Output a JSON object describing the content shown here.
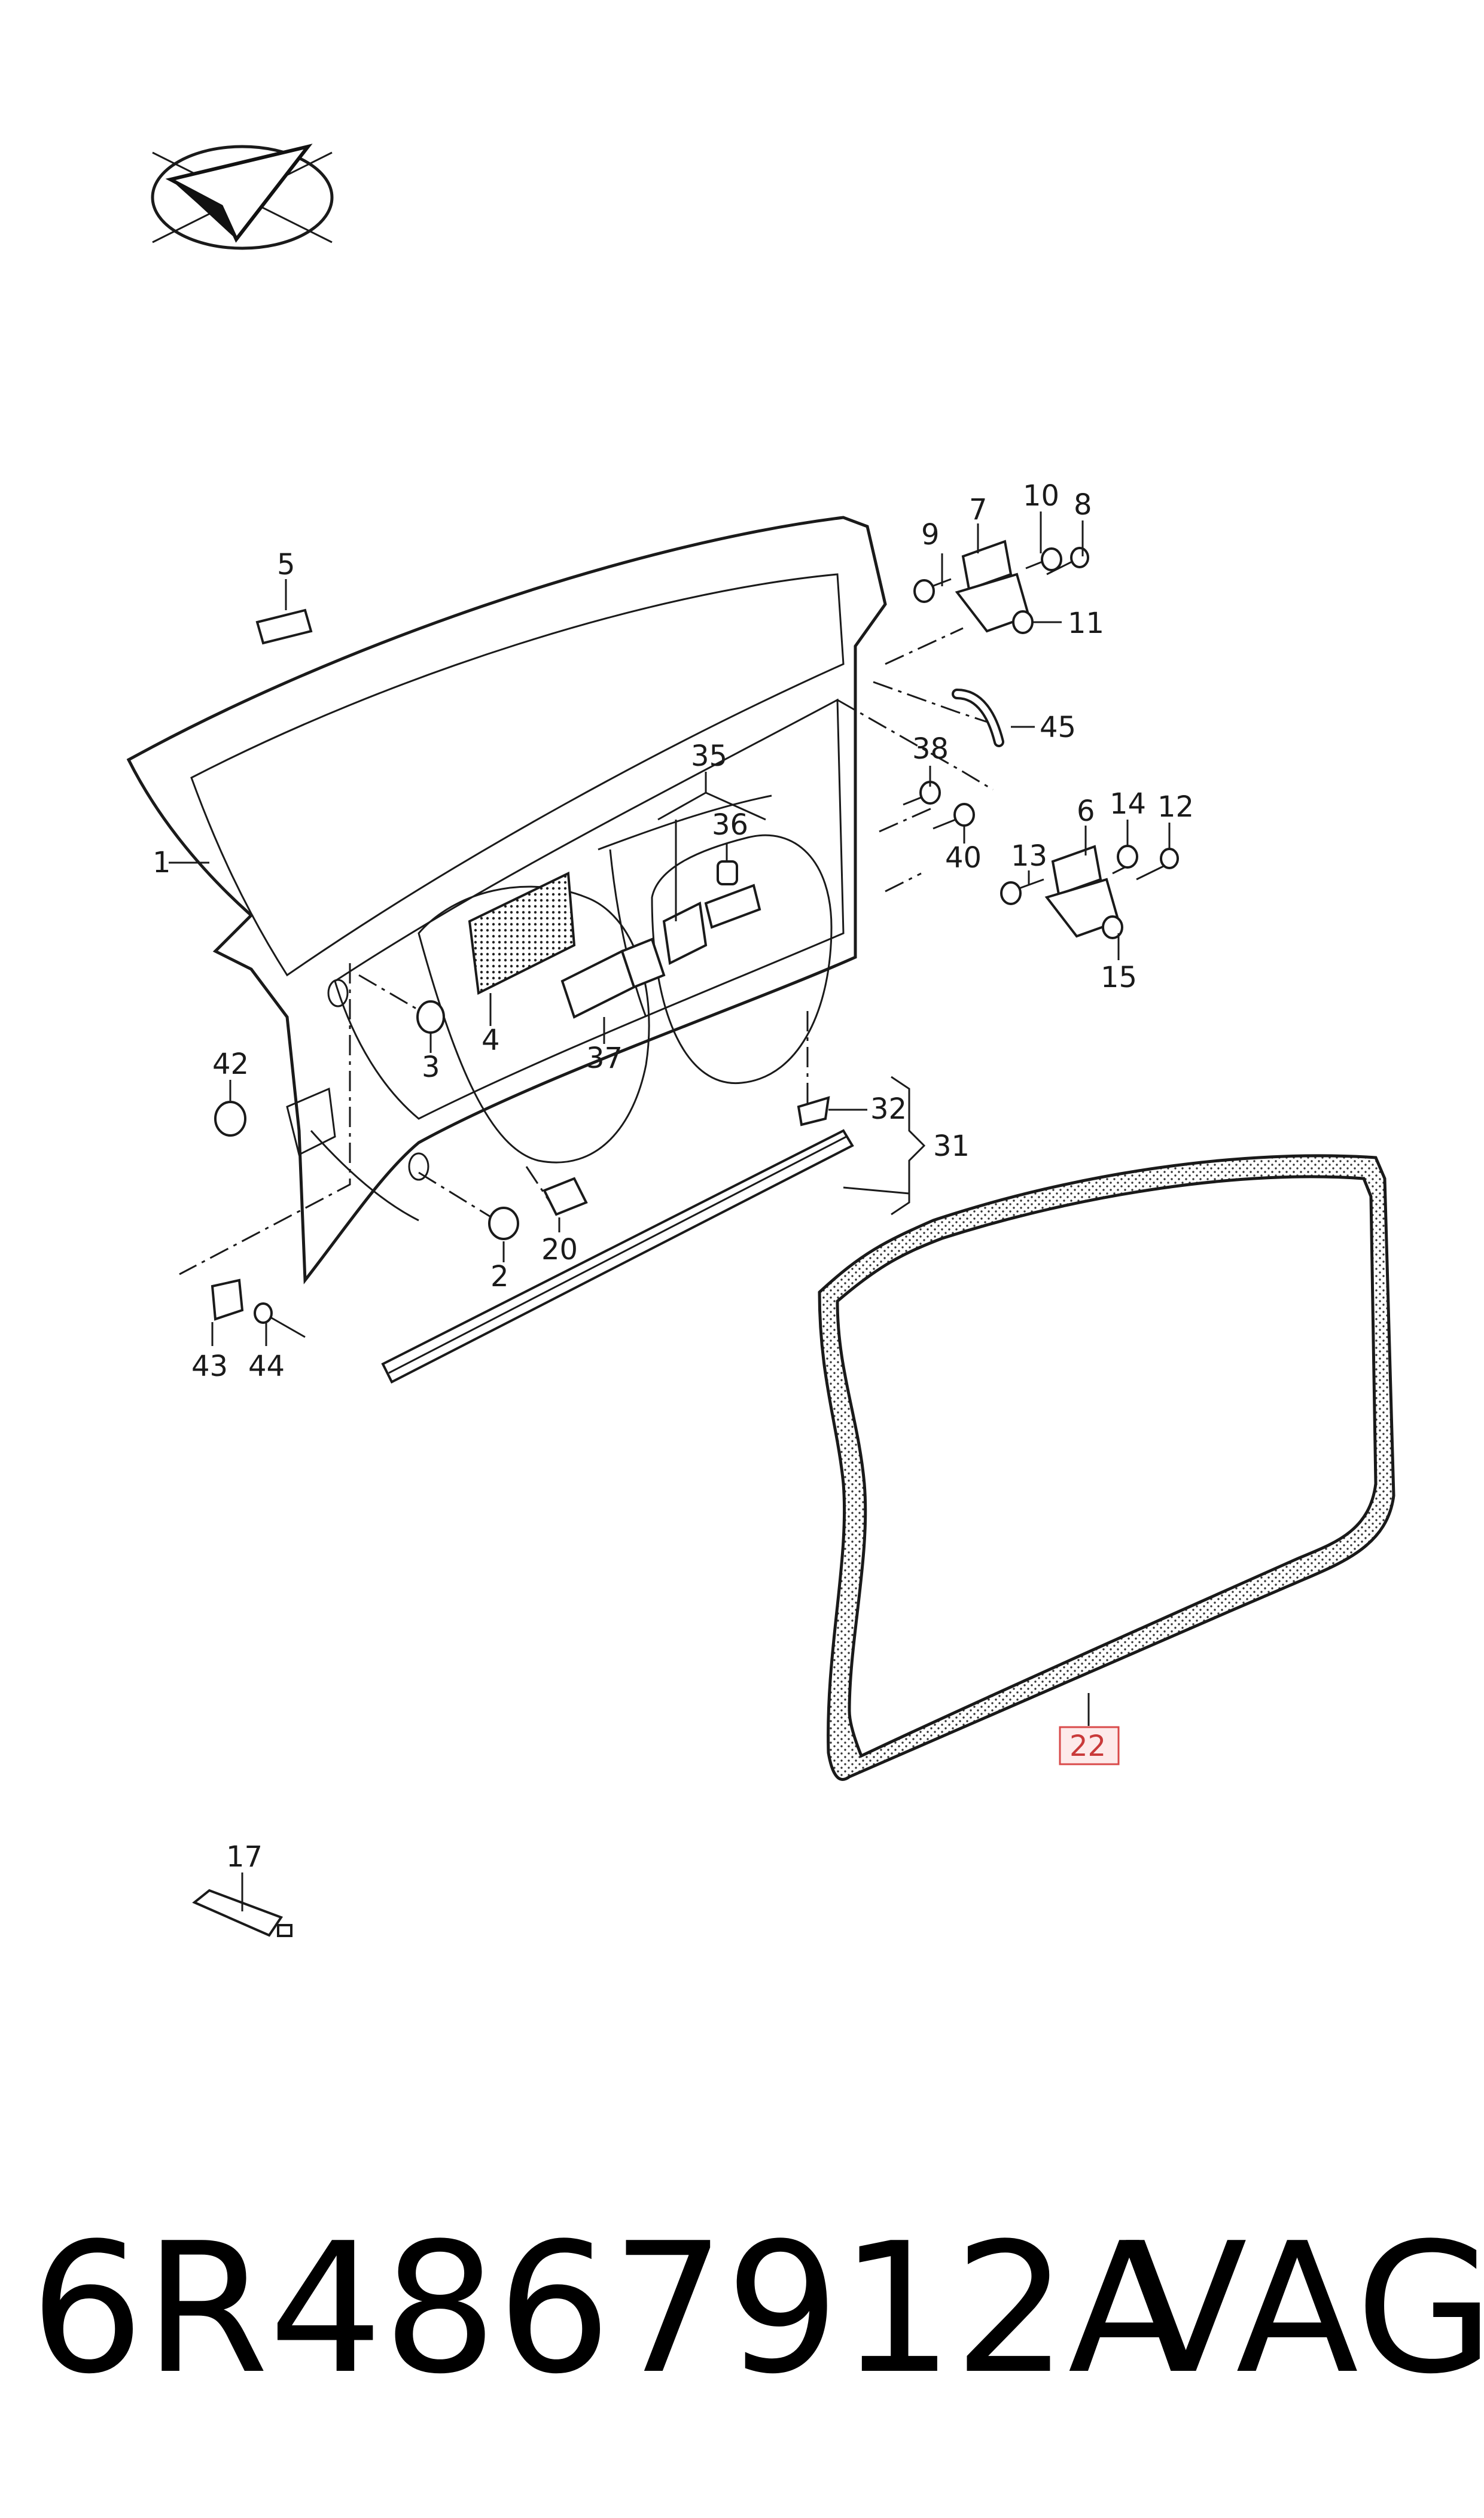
{
  "diagram": {
    "callouts": [
      {
        "id": "c1",
        "label": "1"
      },
      {
        "id": "c2",
        "label": "2"
      },
      {
        "id": "c3",
        "label": "3"
      },
      {
        "id": "c4",
        "label": "4"
      },
      {
        "id": "c5",
        "label": "5"
      },
      {
        "id": "c6",
        "label": "6"
      },
      {
        "id": "c7",
        "label": "7"
      },
      {
        "id": "c8",
        "label": "8"
      },
      {
        "id": "c9",
        "label": "9"
      },
      {
        "id": "c10",
        "label": "10"
      },
      {
        "id": "c11",
        "label": "11"
      },
      {
        "id": "c12",
        "label": "12"
      },
      {
        "id": "c13",
        "label": "13"
      },
      {
        "id": "c14",
        "label": "14"
      },
      {
        "id": "c15",
        "label": "15"
      },
      {
        "id": "c17",
        "label": "17"
      },
      {
        "id": "c20",
        "label": "20"
      },
      {
        "id": "c22",
        "label": "22"
      },
      {
        "id": "c31",
        "label": "31"
      },
      {
        "id": "c32",
        "label": "32"
      },
      {
        "id": "c35",
        "label": "35"
      },
      {
        "id": "c36",
        "label": "36"
      },
      {
        "id": "c37",
        "label": "37"
      },
      {
        "id": "c38",
        "label": "38"
      },
      {
        "id": "c40",
        "label": "40"
      },
      {
        "id": "c42",
        "label": "42"
      },
      {
        "id": "c43",
        "label": "43"
      },
      {
        "id": "c44",
        "label": "44"
      },
      {
        "id": "c45",
        "label": "45"
      }
    ],
    "highlighted_callout": "22",
    "highlight_color": "#d94a4a"
  },
  "footer": {
    "part_number": "6R4867912A",
    "brand": "VAG"
  }
}
